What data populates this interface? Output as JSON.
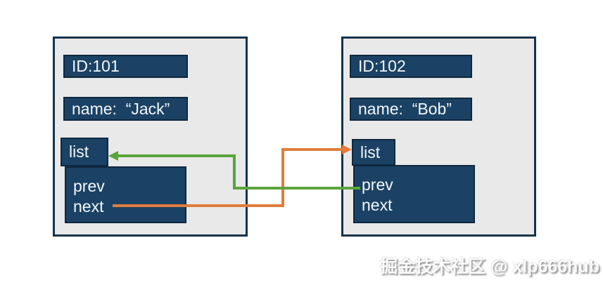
{
  "colors": {
    "background": "#ffffff",
    "node_fill": "#e9e9e9",
    "node_border": "#15334b",
    "field_fill": "#1b4264",
    "field_border": "#0e2840",
    "field_text": "#f2f7fa",
    "arrow_green": "#5aa53b",
    "arrow_orange": "#e07c3c",
    "watermark_text": "#fafafa",
    "watermark_shadow": "#8f8f8f"
  },
  "nodes": [
    {
      "id_label": "ID:101",
      "name_label": "name:  “Jack”",
      "list_label": "list",
      "prev_label": "prev",
      "next_label": "next"
    },
    {
      "id_label": "ID:102",
      "name_label": "name:  “Bob”",
      "list_label": "list",
      "prev_label": "prev",
      "next_label": "next"
    }
  ],
  "arrows": [
    {
      "name": "next-pointer",
      "from": "node-101-next",
      "to": "node-102-list",
      "color_key": "arrow_orange"
    },
    {
      "name": "prev-pointer",
      "from": "node-102-prev",
      "to": "node-101-list",
      "color_key": "arrow_green"
    }
  ],
  "watermark": "掘金技术社区 @ xlp666hub"
}
